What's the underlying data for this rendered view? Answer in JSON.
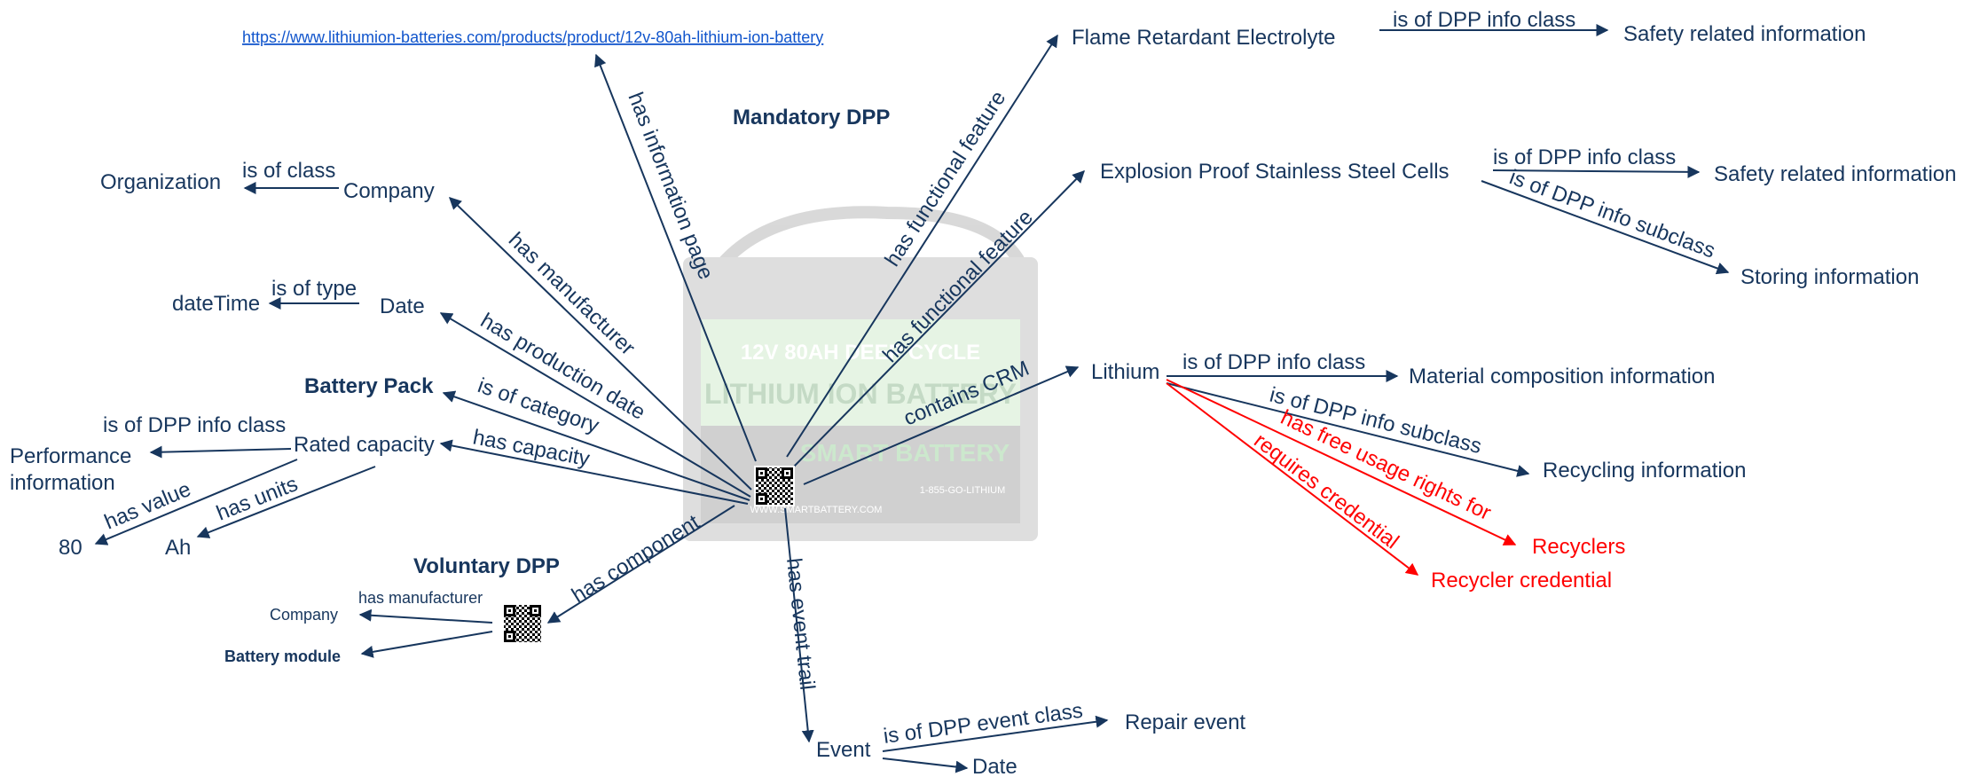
{
  "link": {
    "url": "https://www.lithiumion-batteries.com/products/product/12v-80ah-lithium-ion-battery"
  },
  "headings": {
    "mandatory": "Mandatory DPP",
    "battery_pack": "Battery Pack",
    "voluntary": "Voluntary DPP"
  },
  "battery_image": {
    "top_text": "12V 80AH DEEP CYCLE",
    "main_text": "LITHIUM ION BATTERY",
    "brand": "SMART BATTERY",
    "phone": "1-855-GO-LITHIUM",
    "site": "WWW.SMARTBATTERY.COM"
  },
  "nodes": {
    "flame": "Flame Retardant Electrolyte",
    "safety1": "Safety related information",
    "explosion": "Explosion Proof Stainless Steel Cells",
    "safety2": "Safety related information",
    "storing": "Storing information",
    "organization": "Organization",
    "company": "Company",
    "datetime": "dateTime",
    "date": "Date",
    "rated_capacity": "Rated capacity",
    "performance_1": "Performance",
    "performance_2": "information",
    "value_80": "80",
    "ah": "Ah",
    "lithium": "Lithium",
    "material": "Material composition information",
    "recycling": "Recycling information",
    "recyclers": "Recyclers",
    "recycler_credential": "Recycler credential",
    "company_small": "Company",
    "battery_module": "Battery module",
    "event": "Event",
    "repair_event": "Repair event",
    "event_date": "Date"
  },
  "edges": {
    "has_information_page": "has information page",
    "has_functional_feature_1": "has functional feature",
    "has_functional_feature_2": "has functional feature",
    "is_of_dpp_info_class_flame": "is of DPP info class",
    "is_of_dpp_info_class_explosion": "is of DPP  info class",
    "is_of_dpp_info_subclass_explosion": "is of DPP info subclass",
    "is_of_class": "is of class",
    "has_manufacturer": "has manufacturer",
    "is_of_type": "is of type",
    "has_production_date": "has production date",
    "is_of_category": "is of category",
    "has_capacity": "has capacity",
    "is_of_dpp_info_class_rated": "is of DPP info class",
    "has_value": "has value",
    "has_units": "has units",
    "contains_crm": "contains CRM",
    "is_of_dpp_info_class_lithium": "is of DPP info class",
    "is_of_dpp_info_subclass_lithium": "is of DPP info subclass",
    "has_free_usage_rights_for": "has free usage rights for",
    "requires_credential": "requires credential",
    "has_component": "has component",
    "has_manufacturer_small": "has manufacturer",
    "has_event_trail": "has event trail",
    "is_of_dpp_event_class": "is of DPP event class"
  },
  "colors": {
    "dark_navy": "#17365d",
    "red": "#ff0000",
    "link_blue": "#1155cc",
    "battery_green": "#b8ddb0"
  },
  "icons": [
    "qr-code-icon",
    "qr-code-icon-small"
  ]
}
